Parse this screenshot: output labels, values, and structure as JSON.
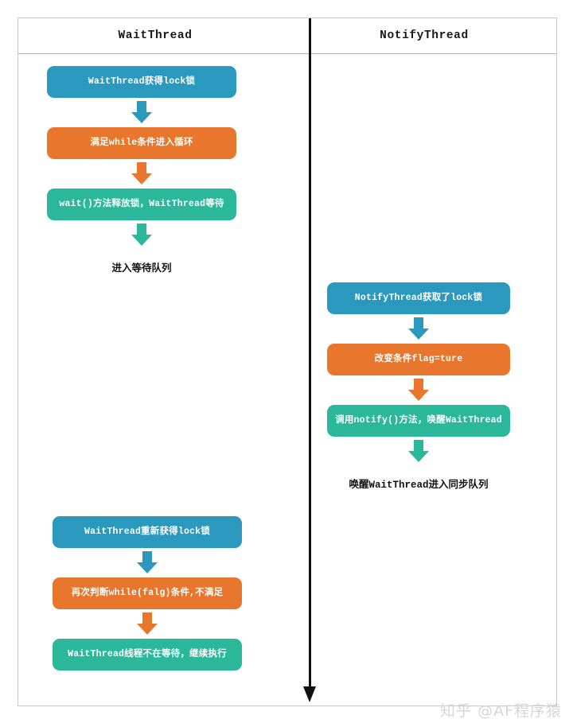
{
  "diagram": {
    "title_left": "WaitThread",
    "title_right": "NotifyThread",
    "colors": {
      "blue": "#2b99bd",
      "orange": "#e8762c",
      "green": "#2bb89a",
      "lifeline": "#111111",
      "frame_border": "#c9c9c9",
      "header_border": "#b5b5b5",
      "watermark": "#d6d6d6"
    }
  },
  "wait_thread": {
    "header": "WaitThread",
    "phase_one": [
      {
        "label": "WaitThread获得lock锁",
        "color": "blue"
      },
      {
        "label": "满足while条件进入循环",
        "color": "orange"
      },
      {
        "label": "wait()方法释放锁，WaitThread等待",
        "color": "green"
      }
    ],
    "phase_one_caption": "进入等待队列",
    "phase_two": [
      {
        "label": "WaitThread重新获得lock锁",
        "color": "blue"
      },
      {
        "label": "再次判断while(falg)条件,不满足",
        "color": "orange"
      },
      {
        "label": "WaitThread线程不在等待，继续执行",
        "color": "green"
      }
    ]
  },
  "notify_thread": {
    "header": "NotifyThread",
    "steps": [
      {
        "label": "NotifyThread获取了lock锁",
        "color": "blue"
      },
      {
        "label": "改变条件flag=ture",
        "color": "orange"
      },
      {
        "label": "调用notify()方法，唤醒WaitThread",
        "color": "green"
      }
    ],
    "caption": "唤醒WaitThread进入同步队列"
  },
  "watermark": {
    "text": "知乎 @AF程序猿"
  }
}
